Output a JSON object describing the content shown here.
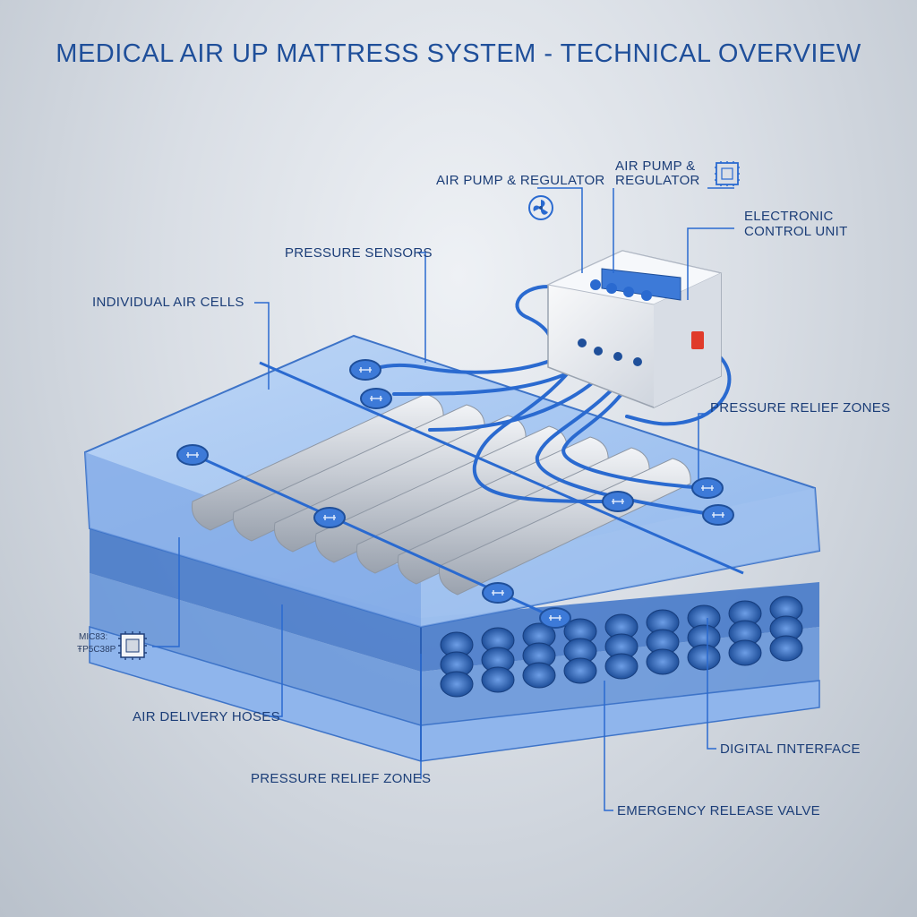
{
  "diagram": {
    "title": "MEDICAL AIR UP MATTRESS SYSTEM - TECHNICAL OVERVIEW",
    "labels": {
      "air_pump_regulator_left": "AIR PUMP & REGULATOR",
      "air_pump_regulator_right_line1": "AIR PUMP &",
      "air_pump_regulator_right_line2": "REGULATOR",
      "electronic_control_unit_line1": "ELECTRONIC",
      "electronic_control_unit_line2": "CONTROL UNIT",
      "pressure_sensors": "PRESSURE SENSORS",
      "individual_air_cells": "INDIVIDUAL AIR CELLS",
      "pressure_relief_zones_right": "PRESSURE RELIEF ZONES",
      "air_delivery_hoses": "AIR DELIVERY HOSES",
      "pressure_relief_zones_bottom": "PRESSURE RELIEF ZONES",
      "digital_interface": "DIGITAL ΠNTERFACE",
      "emergency_release_valve": "EMERGENCY RELEASE VALVE"
    },
    "chip_text_line1": "MIC83:",
    "chip_text_line2": "ŦP5C38P",
    "icons": [
      "fan-icon",
      "microchip-icon"
    ],
    "colors": {
      "accent": "#1f4f9a",
      "mattress_blue": "#5b8fd9",
      "hose_blue": "#2a6ad0",
      "cell_silver": "#c9ced6",
      "alarm_red": "#e03b2b"
    }
  }
}
